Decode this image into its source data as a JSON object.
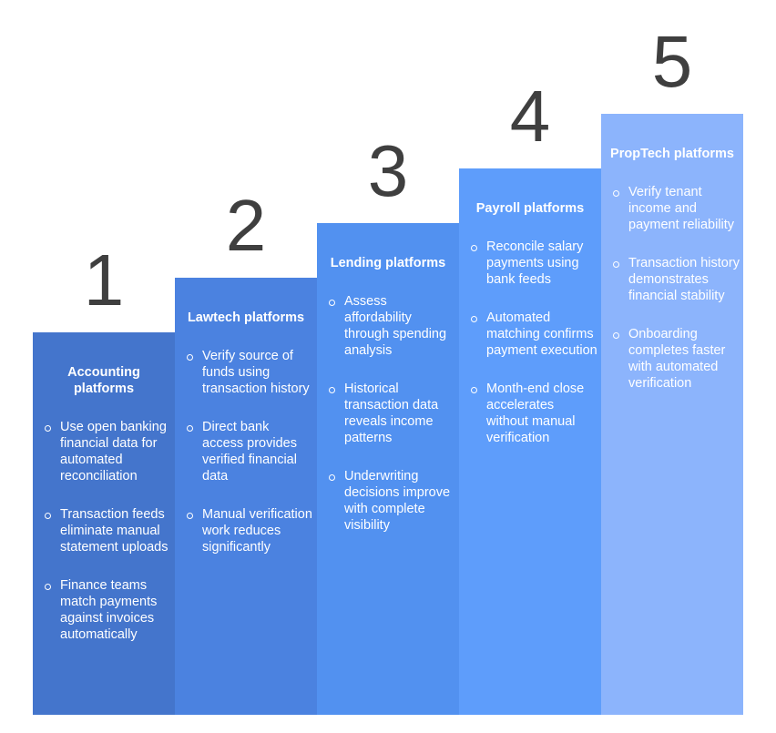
{
  "colors": {
    "step1": "#4475cc",
    "step2": "#4b82e0",
    "step3": "#5291f0",
    "step4": "#5e9dfb",
    "step5": "#8cb4fc",
    "number_text": "#3f3f3f",
    "box_text": "#ffffff"
  },
  "steps": [
    {
      "number": "1",
      "title": "Accounting platforms",
      "bullets": [
        "Use open banking financial data for automated reconciliation",
        "Transaction feeds eliminate manual statement uploads",
        "Finance teams match payments against invoices automatically"
      ]
    },
    {
      "number": "2",
      "title": "Lawtech platforms",
      "bullets": [
        "Verify source of funds using transaction history",
        "Direct bank access provides verified financial data",
        "Manual verification work reduces significantly"
      ]
    },
    {
      "number": "3",
      "title": "Lending platforms",
      "bullets": [
        "Assess affordability through spending analysis",
        "Historical transaction data reveals income patterns",
        "Underwriting decisions improve with complete visibility"
      ]
    },
    {
      "number": "4",
      "title": "Payroll platforms",
      "bullets": [
        "Reconcile salary payments using bank feeds",
        "Automated matching confirms payment execution",
        "Month-end close accelerates without manual verification"
      ]
    },
    {
      "number": "5",
      "title": "PropTech platforms",
      "bullets": [
        "Verify tenant income and payment reliability",
        "Transaction history demonstrates financial stability",
        "Onboarding completes faster with automated verification"
      ]
    }
  ]
}
